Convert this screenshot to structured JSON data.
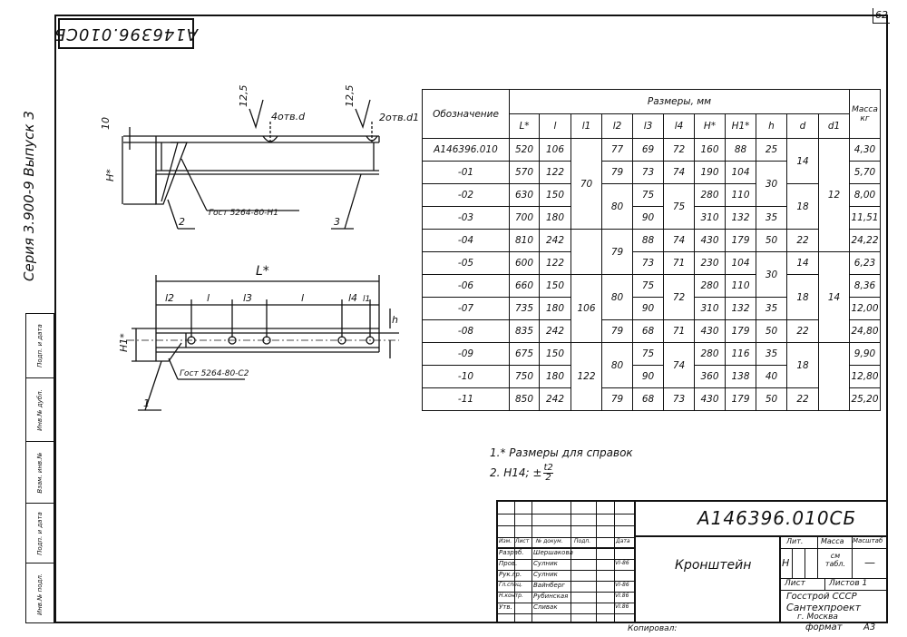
{
  "sheet": {
    "number": "62",
    "code_rotated": "A146396.010СБ",
    "series_text": "Серия 3.900-9  Выпуск 3",
    "copied_by_label": "Копировал:",
    "format_label": "формат",
    "format_value": "А3"
  },
  "left_strip": [
    "Инв.№ подл.",
    "Подп. и дата",
    "Взам. инв.№",
    "Инв.№ дубл.",
    "Подп. и дата"
  ],
  "drawing": {
    "top_hole_note": "4отв.d",
    "top_hole_note_right": "2отв.d1",
    "weld_note_top": "Гост 5264-80-Н1",
    "weld_note_bottom": "Гост 5264-80-С2",
    "callout_2": "2",
    "callout_3": "3",
    "callout_1": "1",
    "dim_10": "10",
    "dim_12_5": "12,5",
    "dim_h_star": "Н*",
    "dim_h1_star": "Н1*",
    "dim_l_star": "L*",
    "dim_h": "h",
    "chain_dims": [
      "l2",
      "l",
      "l3",
      "l",
      "l4",
      "l1"
    ]
  },
  "table": {
    "header_designation": "Обозначение",
    "header_sizes": "Размеры, мм",
    "header_mass": "Масса кг",
    "columns": [
      "L*",
      "l",
      "l1",
      "l2",
      "l3",
      "l4",
      "Н*",
      "Н1*",
      "h",
      "d",
      "d1"
    ],
    "rows": [
      {
        "des": "А146396.010",
        "L": "520",
        "l": "106",
        "l2": "77",
        "l3": "69",
        "l4": "72",
        "H": "160",
        "H1": "88",
        "h": "25",
        "m": "4,30"
      },
      {
        "des": "-01",
        "L": "570",
        "l": "122",
        "l2": "79",
        "l3": "73",
        "l4": "74",
        "H": "190",
        "H1": "104",
        "h": "",
        "m": "5,70"
      },
      {
        "des": "-02",
        "L": "630",
        "l": "150",
        "l2": "",
        "l3": "75",
        "l4": "",
        "H": "280",
        "H1": "110",
        "h": "",
        "m": "8,00"
      },
      {
        "des": "-03",
        "L": "700",
        "l": "180",
        "l2": "",
        "l3": "90",
        "l4": "",
        "H": "310",
        "H1": "132",
        "h": "35",
        "m": "11,51"
      },
      {
        "des": "-04",
        "L": "810",
        "l": "242",
        "l2": "",
        "l3": "88",
        "l4": "74",
        "H": "430",
        "H1": "179",
        "h": "50",
        "m": "24,22"
      },
      {
        "des": "-05",
        "L": "600",
        "l": "122",
        "l2": "",
        "l3": "73",
        "l4": "71",
        "H": "230",
        "H1": "104",
        "h": "",
        "m": "6,23"
      },
      {
        "des": "-06",
        "L": "660",
        "l": "150",
        "l2": "",
        "l3": "75",
        "l4": "",
        "H": "280",
        "H1": "110",
        "h": "",
        "m": "8,36"
      },
      {
        "des": "-07",
        "L": "735",
        "l": "180",
        "l2": "",
        "l3": "90",
        "l4": "",
        "H": "310",
        "H1": "132",
        "h": "35",
        "m": "12,00"
      },
      {
        "des": "-08",
        "L": "835",
        "l": "242",
        "l2": "79",
        "l3": "68",
        "l4": "71",
        "H": "430",
        "H1": "179",
        "h": "50",
        "m": "24,80"
      },
      {
        "des": "-09",
        "L": "675",
        "l": "150",
        "l2": "",
        "l3": "75",
        "l4": "",
        "H": "280",
        "H1": "116",
        "h": "35",
        "m": "9,90"
      },
      {
        "des": "-10",
        "L": "750",
        "l": "180",
        "l2": "",
        "l3": "90",
        "l4": "",
        "H": "360",
        "H1": "138",
        "h": "40",
        "m": "12,80"
      },
      {
        "des": "-11",
        "L": "850",
        "l": "242",
        "l2": "79",
        "l3": "68",
        "l4": "73",
        "H": "430",
        "H1": "179",
        "h": "50",
        "m": "25,20"
      }
    ],
    "merged": {
      "l1_a": "70",
      "l1_b": "106",
      "l1_c": "122",
      "l2_80a": "80",
      "l2_79": "79",
      "l2_80b": "80",
      "l2_80c": "80",
      "l4_75": "75",
      "l4_72": "72",
      "l4_74": "74",
      "h_30a": "30",
      "h_30b": "30",
      "d_14a": "14",
      "d_18a": "18",
      "d_22a": "22",
      "d_14b": "14",
      "d_18b": "18",
      "d_22b": "22",
      "d_18c": "18",
      "d_22c": "22",
      "d1_12": "12",
      "d1_14": "14"
    }
  },
  "notes": {
    "note1": "1.* Размеры для справок",
    "note2": "2. Н14; ±",
    "note2_num": "t2",
    "note2_den": "2"
  },
  "title_block": {
    "doc_code": "А146396.010СБ",
    "title": "Кронштейн",
    "lit_label": "Лит.",
    "mass_label": "Масса",
    "scale_label": "Масштаб",
    "lit_value": "Н",
    "mass_value": "см табл.",
    "scale_value": "—",
    "sheet_label": "Лист",
    "sheets_label": "Листов 1",
    "org_line1": "Госстрой СССР",
    "org_line2": "Сантехпроект",
    "org_line3": "г. Москва",
    "header_row": [
      "Изм.",
      "Лист",
      "№ докум.",
      "Подп.",
      "Дата"
    ],
    "staff": [
      {
        "role": "Разраб.",
        "name": "Шершакова",
        "date": ""
      },
      {
        "role": "Пров.",
        "name": "Сулник",
        "date": "VI-86"
      },
      {
        "role": "Рук.гр.",
        "name": "Сулник",
        "date": ""
      },
      {
        "role": "Гл.спец.",
        "name": "Вайнберг",
        "date": "VI-86"
      },
      {
        "role": "Н.контр.",
        "name": "Рубинская",
        "date": "VI.86"
      },
      {
        "role": "Утв.",
        "name": "Сливак",
        "date": "VI.86"
      }
    ]
  }
}
